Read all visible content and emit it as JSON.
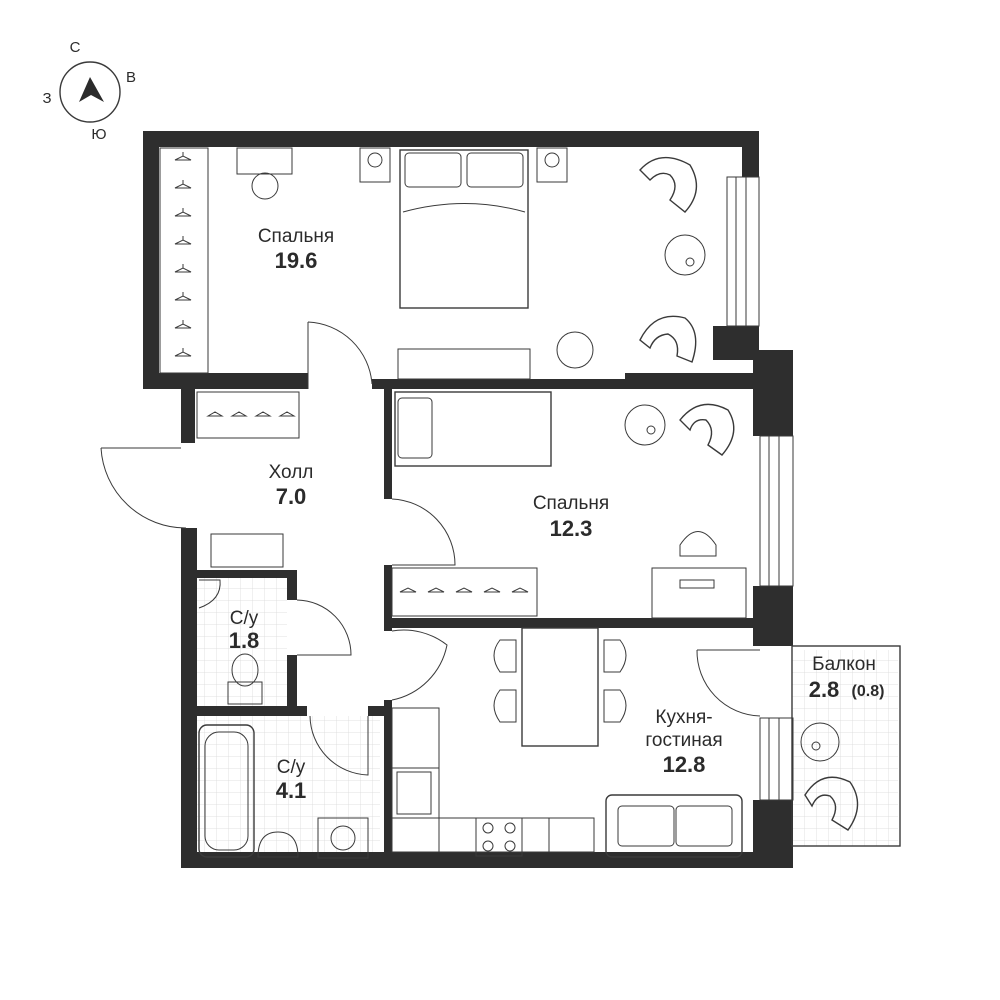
{
  "compass": {
    "north": "С",
    "east": "В",
    "south": "Ю",
    "west": "З"
  },
  "rooms": {
    "bedroom_large": {
      "name": "Спальня",
      "area": "19.6"
    },
    "hall": {
      "name": "Холл",
      "area": "7.0"
    },
    "bedroom_small": {
      "name": "Спальня",
      "area": "12.3"
    },
    "wc_small": {
      "name": "С/у",
      "area": "1.8"
    },
    "wc_large": {
      "name": "С/у",
      "area": "4.1"
    },
    "kitchen": {
      "name_line1": "Кухня-",
      "name_line2": "гостиная",
      "area": "12.8"
    },
    "balcony": {
      "name": "Балкон",
      "area": "2.8",
      "area_reduced": "(0.8)"
    }
  },
  "colors": {
    "wall": "#2e2e2e",
    "line": "#3a3a3a",
    "tile_grid": "#d9d9d9",
    "background": "#ffffff"
  }
}
